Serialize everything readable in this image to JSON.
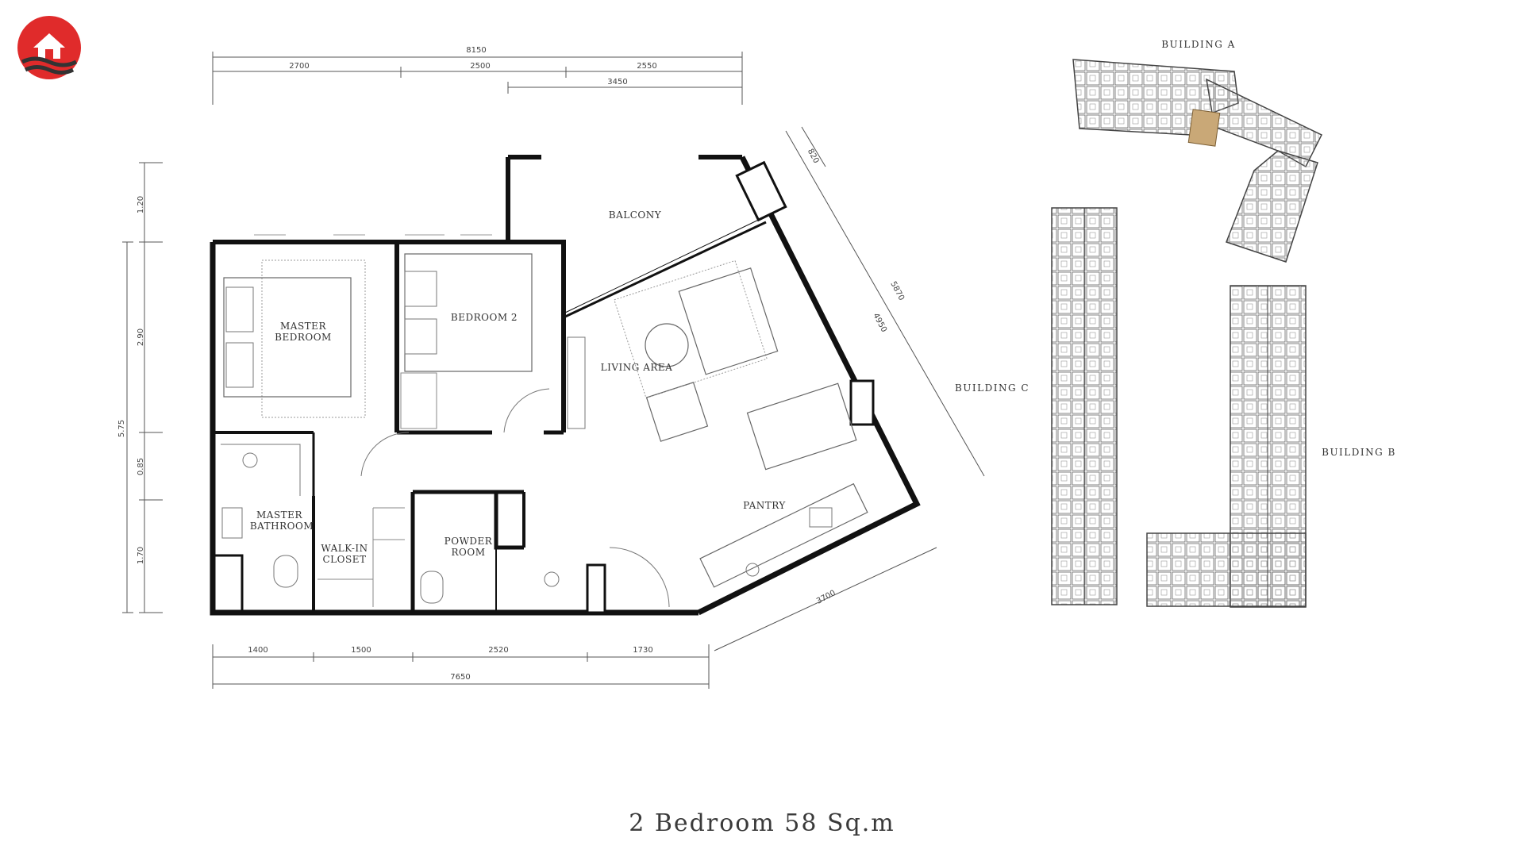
{
  "caption": "2 Bedroom 58  Sq.m",
  "colors": {
    "logo_red": "#e02b2b",
    "highlight_unit": "#c9a877",
    "wall": "#111111",
    "line": "#555555"
  },
  "icons": {
    "logo": "house-waves-logo"
  },
  "rooms": {
    "master_bedroom_1": "MASTER",
    "master_bedroom_2": "BEDROOM",
    "bedroom_2": "BEDROOM 2",
    "balcony": "BALCONY",
    "living_area": "LIVING AREA",
    "pantry": "PANTRY",
    "master_bathroom_1": "MASTER",
    "master_bathroom_2": "BATHROOM",
    "walk_in_closet_1": "WALK-IN",
    "walk_in_closet_2": "CLOSET",
    "powder_room_1": "POWDER",
    "powder_room_2": "ROOM"
  },
  "dimensions": {
    "top_total": "8150",
    "top_1": "2700",
    "top_2": "2500",
    "top_3": "2550",
    "top_sub": "3450",
    "bottom_total": "7650",
    "bottom_1": "1400",
    "bottom_2": "1500",
    "bottom_3": "2520",
    "bottom_4": "1730",
    "left_1": "1.20",
    "left_2": "2.90",
    "left_3": "0.85",
    "left_4": "1.70",
    "left_total": "5.75",
    "diag_1": "820",
    "diag_2": "5870",
    "diag_3": "4950",
    "diag_bottom": "3700"
  },
  "buildings": {
    "a": "BUILDING A",
    "b": "BUILDING B",
    "c": "BUILDING C"
  }
}
